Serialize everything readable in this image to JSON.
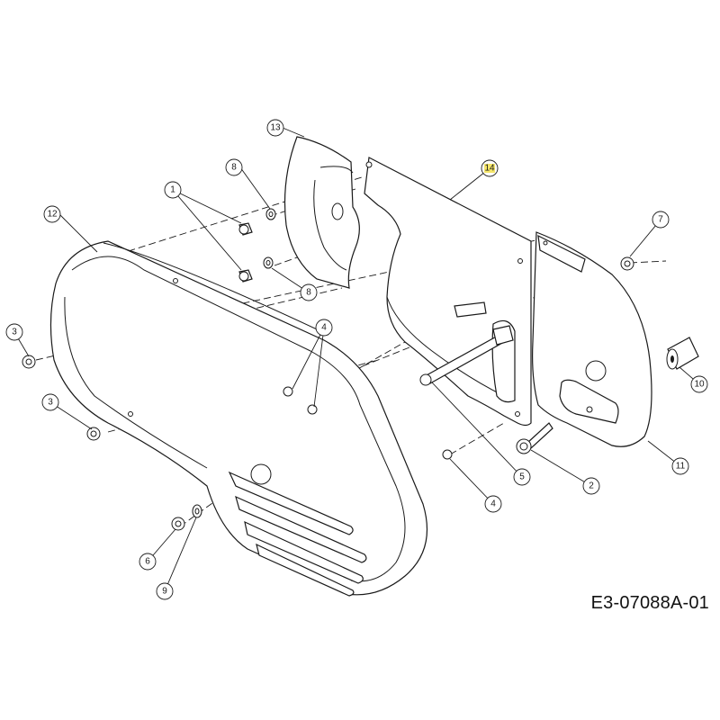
{
  "drawing_code": "E3-07088A-01",
  "callouts": [
    "1",
    "2",
    "3",
    "3",
    "4",
    "4",
    "5",
    "6",
    "7",
    "8",
    "8",
    "9",
    "10",
    "11",
    "12",
    "13",
    "14"
  ],
  "colors": {
    "line": "#1a1a1a",
    "highlight": "#f5e66a",
    "background": "#ffffff"
  }
}
